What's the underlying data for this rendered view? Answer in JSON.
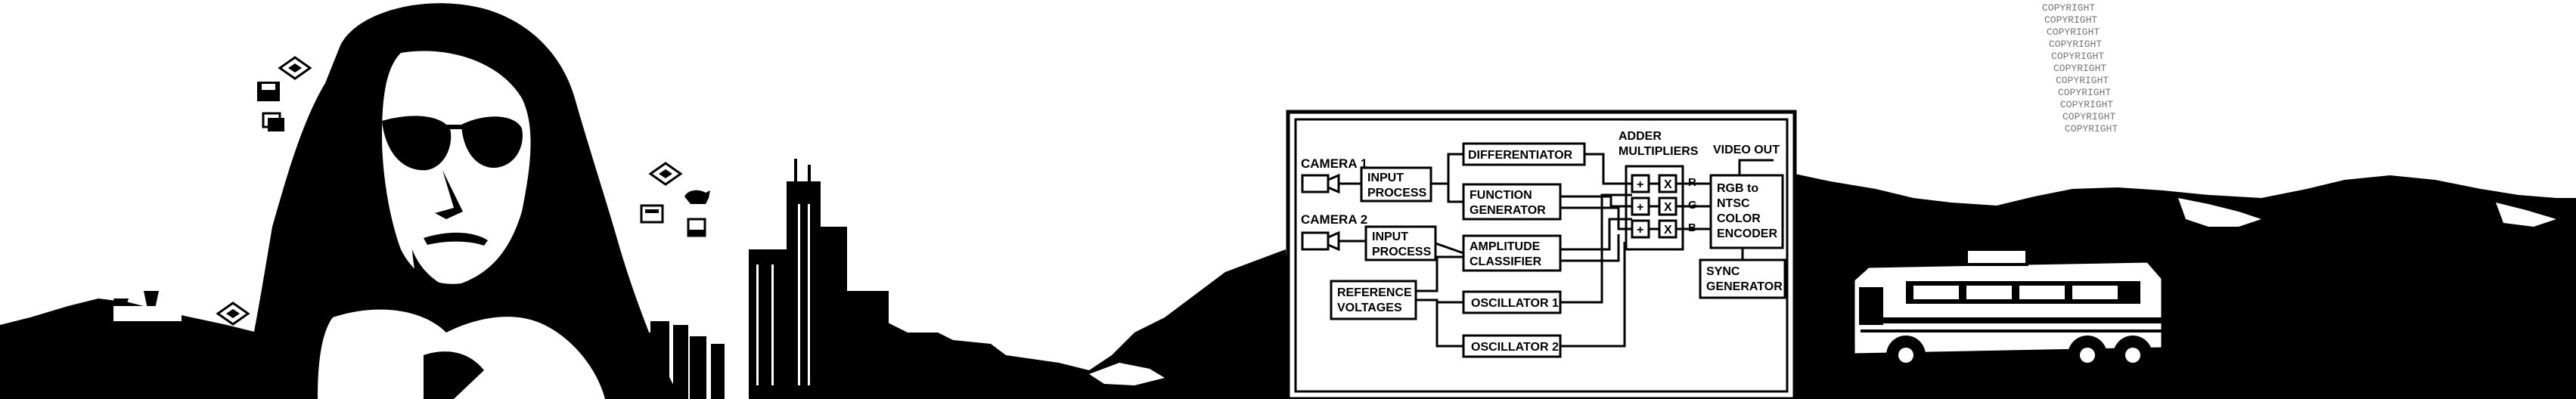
{
  "colors": {
    "ink": "#000000",
    "paper": "#ffffff"
  },
  "icons": [
    "diamond-icon",
    "floppy-disk-icon",
    "stacked-windows-icon",
    "buffalo-icon",
    "tv-monitor-icon",
    "computer-icon"
  ],
  "watermark": {
    "text": "COPYRIGHT"
  },
  "diagram": {
    "camera1": "CAMERA 1",
    "camera2": "CAMERA 2",
    "input_process": [
      "INPUT",
      "PROCESS"
    ],
    "differentiator": "DIFFERENTIATOR",
    "function_generator": [
      "FUNCTION",
      "GENERATOR"
    ],
    "amplitude_classifier": [
      "AMPLITUDE",
      "CLASSIFIER"
    ],
    "reference_voltages": [
      "REFERENCE",
      "VOLTAGES"
    ],
    "oscillator1": "OSCILLATOR 1",
    "oscillator2": "OSCILLATOR 2",
    "adder_multipliers": [
      "ADDER",
      "MULTIPLIERS"
    ],
    "plus": "+",
    "times": "X",
    "rgb": [
      "R",
      "G",
      "B"
    ],
    "video_out": "VIDEO OUT",
    "encoder": [
      "RGB to",
      "NTSC",
      "COLOR",
      "ENCODER"
    ],
    "sync_generator": [
      "SYNC",
      "GENERATOR"
    ]
  }
}
